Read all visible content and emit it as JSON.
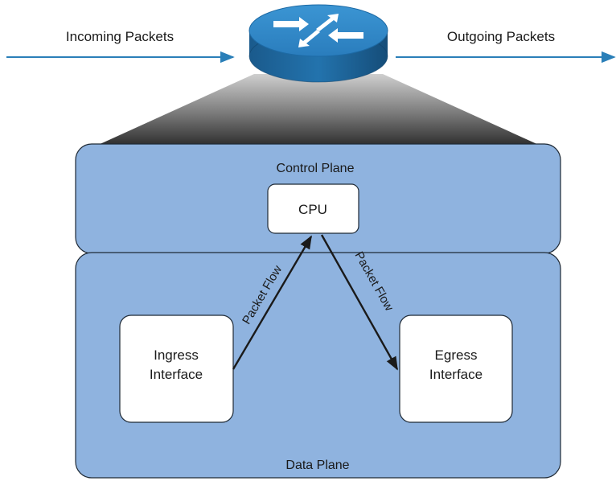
{
  "labels": {
    "incoming": "Incoming Packets",
    "outgoing": "Outgoing Packets",
    "control_plane": "Control Plane",
    "data_plane": "Data Plane",
    "cpu": "CPU",
    "ingress_line1": "Ingress",
    "ingress_line2": "Interface",
    "egress_line1": "Egress",
    "egress_line2": "Interface",
    "packet_flow_left": "Packet Flow",
    "packet_flow_right": "Packet Flow"
  },
  "icons": {
    "router": "router-icon"
  },
  "colors": {
    "plane_fill": "#8fb3df",
    "plane_stroke": "#1f2a36",
    "arrow_blue": "#2a7fb8",
    "router_top": "#2f86c4",
    "router_side": "#1b5f93",
    "funnel_dark": "#3c3c3c",
    "funnel_light": "#c8c8c8",
    "box_fill": "#ffffff",
    "flow_arrow": "#1a1a1a"
  }
}
